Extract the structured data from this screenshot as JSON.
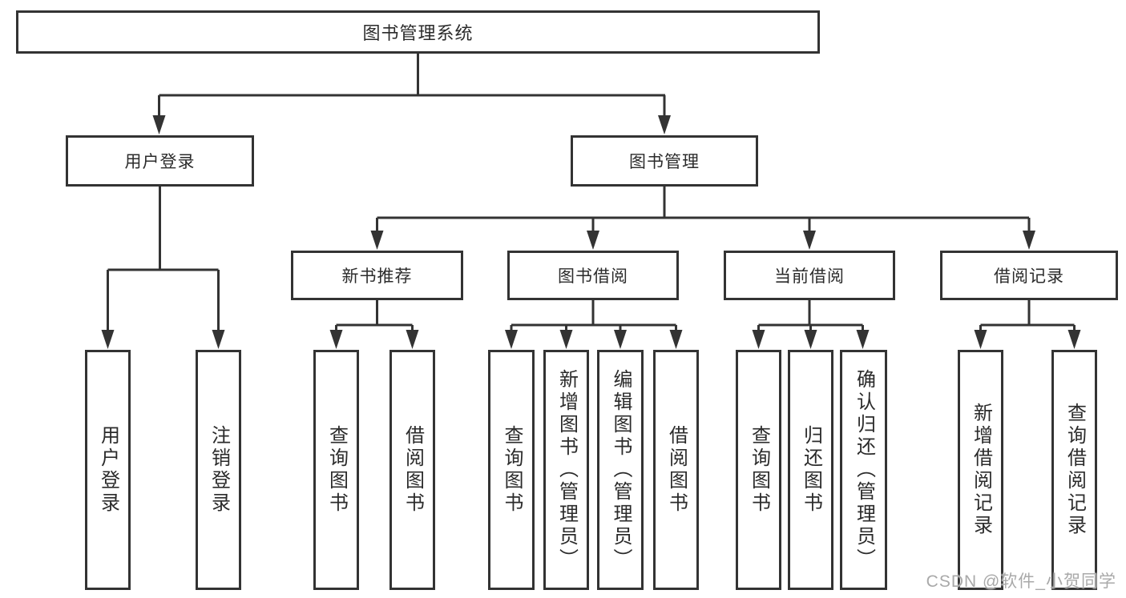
{
  "diagram": {
    "root": {
      "label": "图书管理系统"
    },
    "level2": [
      {
        "label": "用户登录"
      },
      {
        "label": "图书管理"
      }
    ],
    "level3": [
      {
        "label": "新书推荐"
      },
      {
        "label": "图书借阅"
      },
      {
        "label": "当前借阅"
      },
      {
        "label": "借阅记录"
      }
    ],
    "leaves": {
      "user_login": [
        {
          "label": "用户登录"
        },
        {
          "label": "注销登录"
        }
      ],
      "new_books": [
        {
          "label": "查询图书"
        },
        {
          "label": "借阅图书"
        }
      ],
      "book_borrow": [
        {
          "label": "查询图书"
        },
        {
          "label": "新增图书（管理员）"
        },
        {
          "label": "编辑图书（管理员）"
        },
        {
          "label": "借阅图书"
        }
      ],
      "current_borrow": [
        {
          "label": "查询图书"
        },
        {
          "label": "归还图书"
        },
        {
          "label": "确认归还（管理员）"
        }
      ],
      "borrow_records": [
        {
          "label": "新增借阅记录"
        },
        {
          "label": "查询借阅记录"
        }
      ]
    },
    "colors": {
      "line": "#333333",
      "box_border": "#333333",
      "box_fill": "#ffffff",
      "text": "#2b2b2b",
      "background": "#ffffff"
    }
  },
  "watermark": {
    "text": "CSDN @软件_小贺同学",
    "color": "#a9a9a9"
  }
}
